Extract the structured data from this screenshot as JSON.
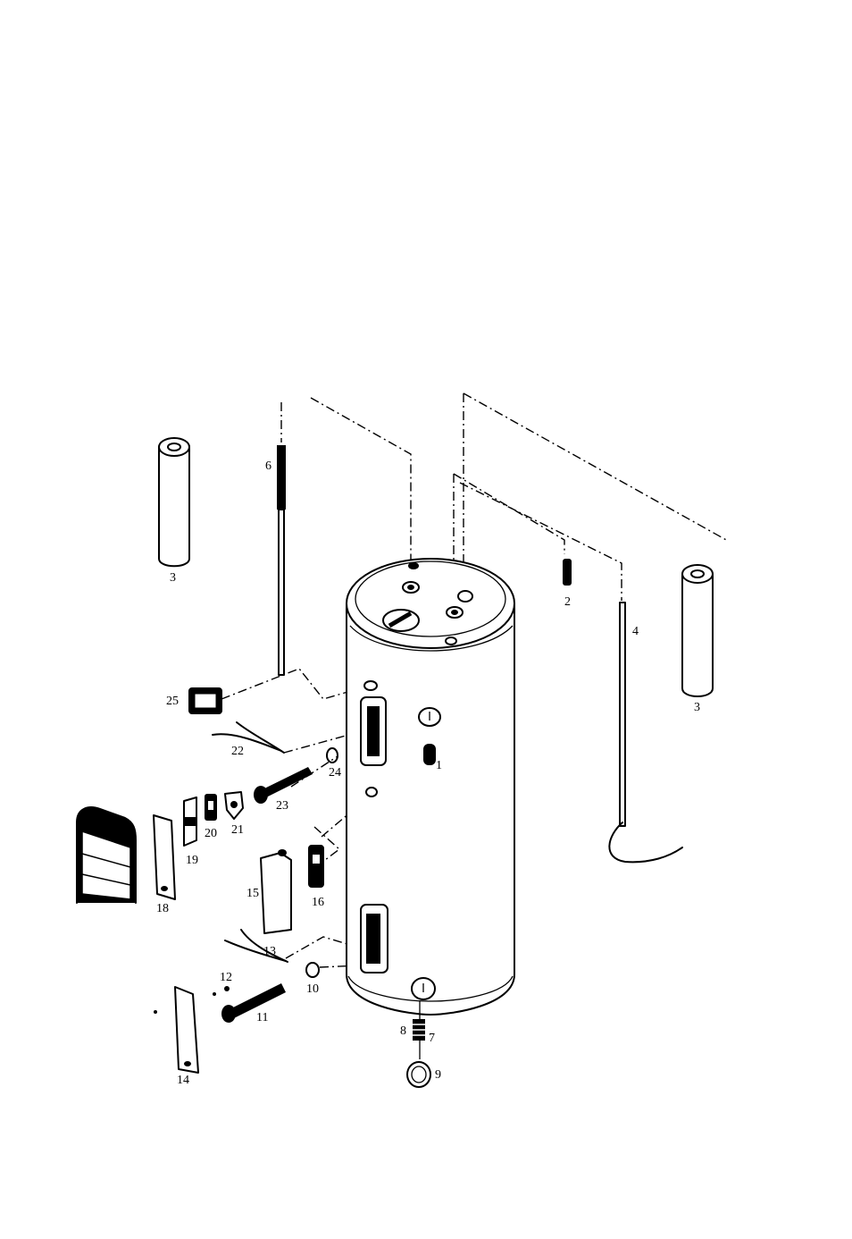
{
  "labels": {
    "p1": "1",
    "p2": "2",
    "p3a": "3",
    "p3b": "3",
    "p4": "4",
    "p6": "6",
    "p7": "7",
    "p8": "8",
    "p9": "9",
    "p10": "10",
    "p11": "11",
    "p12": "12",
    "p13": "13",
    "p14": "14",
    "p15": "15",
    "p16": "16",
    "p18": "18",
    "p19": "19",
    "p20": "20",
    "p21": "21",
    "p22": "22",
    "p23": "23",
    "p24": "24",
    "p25": "25"
  }
}
